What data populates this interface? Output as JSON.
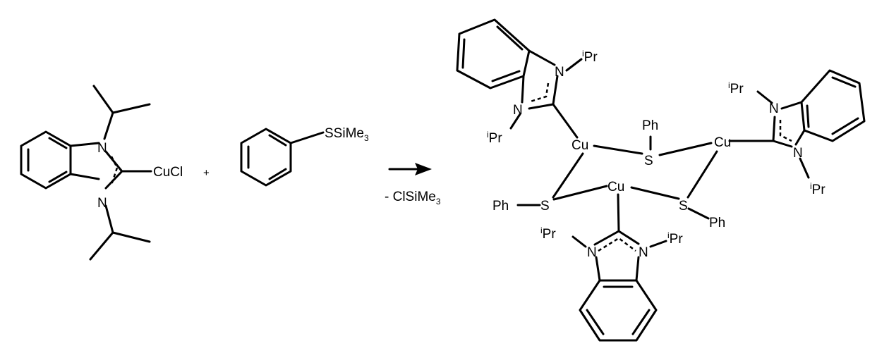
{
  "scheme": {
    "reagent1": {
      "cu_cl": "CuCl",
      "n_top": "N",
      "n_bottom": "N"
    },
    "plus": "+",
    "reagent2": {
      "label_main": "SSiMe",
      "label_sub": "3"
    },
    "arrow": {
      "byproduct_main": "- ClSiMe",
      "byproduct_sub": "3"
    },
    "product": {
      "cu": "Cu",
      "s": "S",
      "n": "N",
      "ph": "Ph",
      "ipr_sup": "i",
      "ipr_main": "Pr"
    }
  }
}
